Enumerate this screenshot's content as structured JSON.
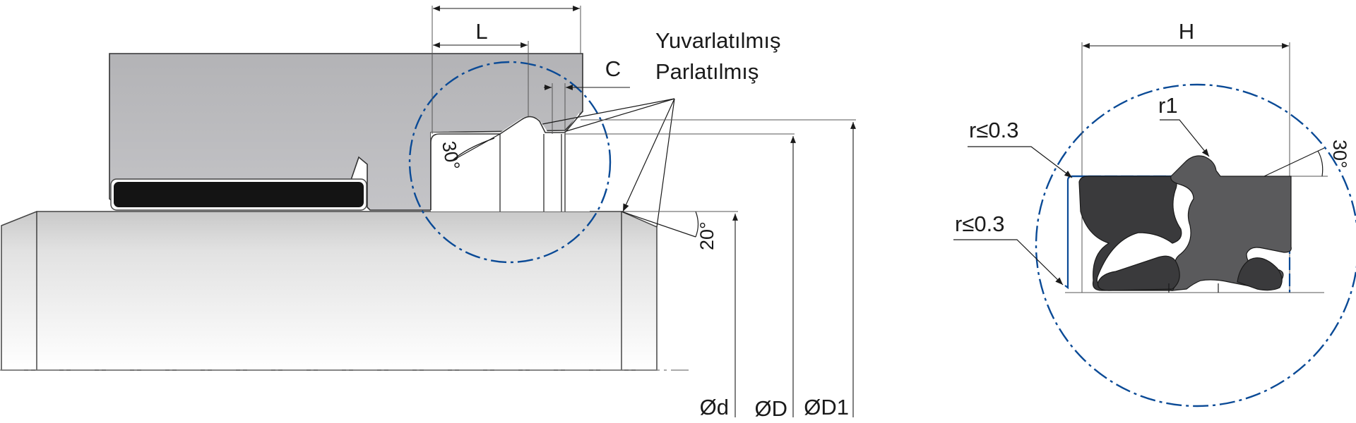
{
  "left_view": {
    "dimension_L": "L",
    "dimension_C": "C",
    "angle_top": "30°",
    "angle_bottom": "20°",
    "note_line1": "Yuvarlatılmış",
    "note_line2": "Parlatılmış",
    "diameter_d": "Ød",
    "diameter_D": "ØD",
    "diameter_D1": "ØD1"
  },
  "right_view": {
    "dimension_H": "H",
    "radius_r1": "r1",
    "radius_top": "r≤0.3",
    "radius_bottom": "r≤0.3",
    "angle": "30°"
  },
  "colors": {
    "housing": "#b8b8bb",
    "rod_light": "#e6e6e6",
    "rod_dark": "#bdbdbd",
    "seal_black": "#141414",
    "seal_dark": "#3a3a3c",
    "seal_mid": "#5a5a5c",
    "detail_circle": "#0a4a96"
  }
}
